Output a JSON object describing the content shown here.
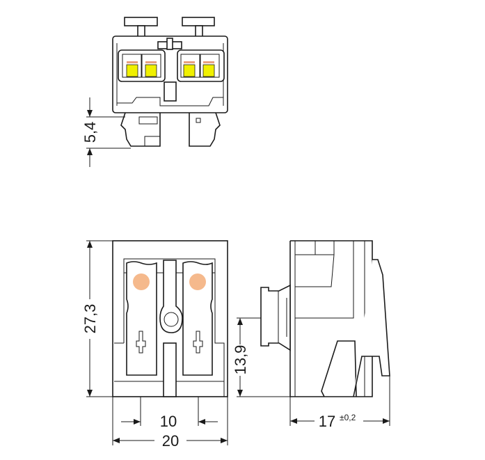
{
  "dimensions": {
    "clip_height": "5,4",
    "height": "27,3",
    "pin_height": "13,9",
    "pitch": "10",
    "width": "20",
    "depth": "17",
    "depth_tolerance": "±0,2"
  },
  "colors": {
    "conductor_yellow": "#f0f000",
    "contact_orange": "#f5b98c",
    "line": "#1a1a1a"
  }
}
